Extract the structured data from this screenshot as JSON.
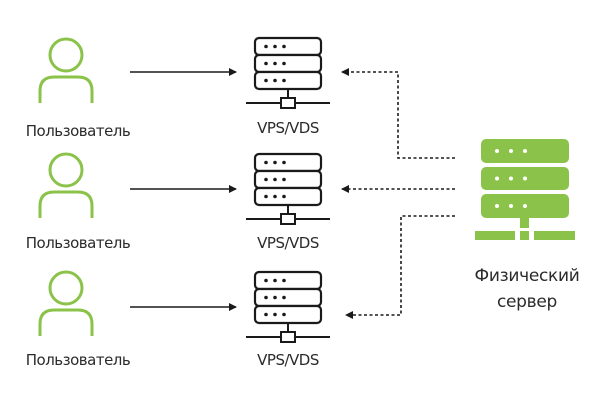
{
  "colors": {
    "accent_green": "#8bc34a",
    "line_dark": "#1a1a1a",
    "text": "#2b2b2b",
    "background": "#ffffff"
  },
  "users": [
    {
      "label": "Пользователь",
      "icon": "user-icon"
    },
    {
      "label": "Пользователь",
      "icon": "user-icon"
    },
    {
      "label": "Пользователь",
      "icon": "user-icon"
    }
  ],
  "virtual_servers": [
    {
      "label": "VPS/VDS",
      "icon": "server-icon"
    },
    {
      "label": "VPS/VDS",
      "icon": "server-icon"
    },
    {
      "label": "VPS/VDS",
      "icon": "server-icon"
    }
  ],
  "physical_server": {
    "label_line1": "Физический",
    "label_line2": "сервер",
    "icon": "server-icon"
  },
  "connections": [
    {
      "from": "user-1",
      "to": "vps-1",
      "style": "solid"
    },
    {
      "from": "user-2",
      "to": "vps-2",
      "style": "solid"
    },
    {
      "from": "user-3",
      "to": "vps-3",
      "style": "solid"
    },
    {
      "from": "physical-server",
      "to": "vps-1",
      "style": "dashed"
    },
    {
      "from": "physical-server",
      "to": "vps-2",
      "style": "dashed"
    },
    {
      "from": "physical-server",
      "to": "vps-3",
      "style": "dashed"
    }
  ]
}
